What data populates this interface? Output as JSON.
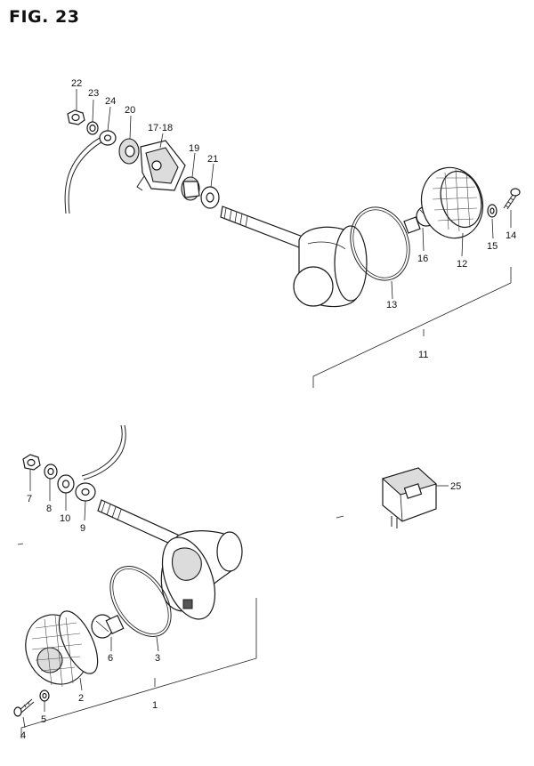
{
  "figure": {
    "title": "FIG. 23"
  },
  "callouts": [
    {
      "id": "22",
      "label": "22"
    },
    {
      "id": "23",
      "label": "23"
    },
    {
      "id": "24",
      "label": "24"
    },
    {
      "id": "20",
      "label": "20"
    },
    {
      "id": "17-18",
      "label": "17·18"
    },
    {
      "id": "19",
      "label": "19"
    },
    {
      "id": "21",
      "label": "21"
    },
    {
      "id": "13",
      "label": "13"
    },
    {
      "id": "16",
      "label": "16"
    },
    {
      "id": "12",
      "label": "12"
    },
    {
      "id": "15",
      "label": "15"
    },
    {
      "id": "14",
      "label": "14"
    },
    {
      "id": "11",
      "label": "11"
    },
    {
      "id": "7",
      "label": "7"
    },
    {
      "id": "8",
      "label": "8"
    },
    {
      "id": "10",
      "label": "10"
    },
    {
      "id": "9",
      "label": "9"
    },
    {
      "id": "25",
      "label": "25"
    },
    {
      "id": "6",
      "label": "6"
    },
    {
      "id": "3",
      "label": "3"
    },
    {
      "id": "2",
      "label": "2"
    },
    {
      "id": "5",
      "label": "5"
    },
    {
      "id": "4",
      "label": "4"
    },
    {
      "id": "1",
      "label": "1"
    }
  ]
}
